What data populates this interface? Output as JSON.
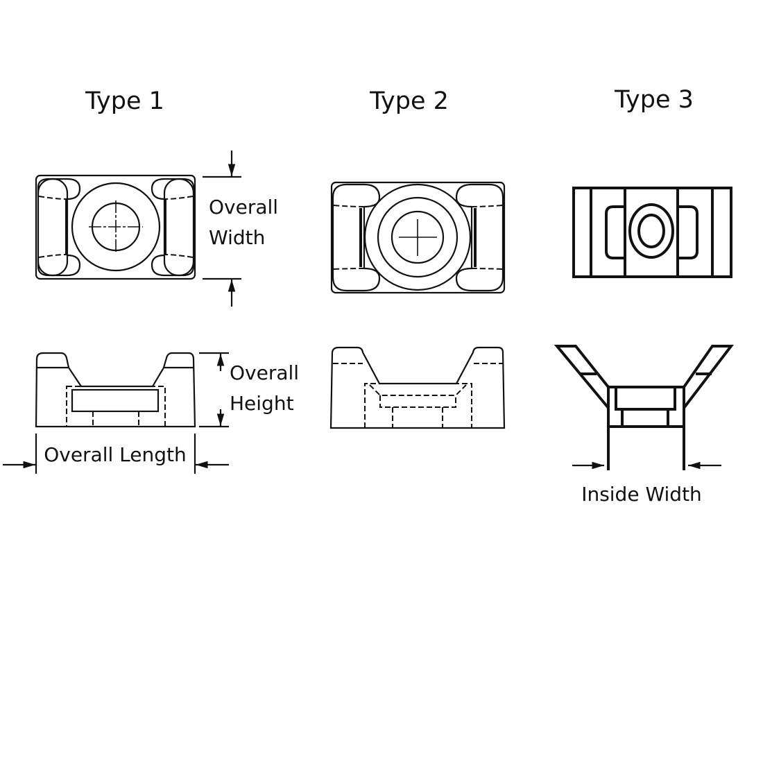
{
  "titles": {
    "type1": "Type 1",
    "type2": "Type 2",
    "type3": "Type 3"
  },
  "labels": {
    "overall_width_1": "Overall",
    "overall_width_2": "Width",
    "overall_height_1": "Overall",
    "overall_height_2": "Height",
    "overall_length": "Overall Length",
    "inside_width": "Inside Width"
  },
  "colors": {
    "line": "#111111",
    "background": "#ffffff"
  }
}
